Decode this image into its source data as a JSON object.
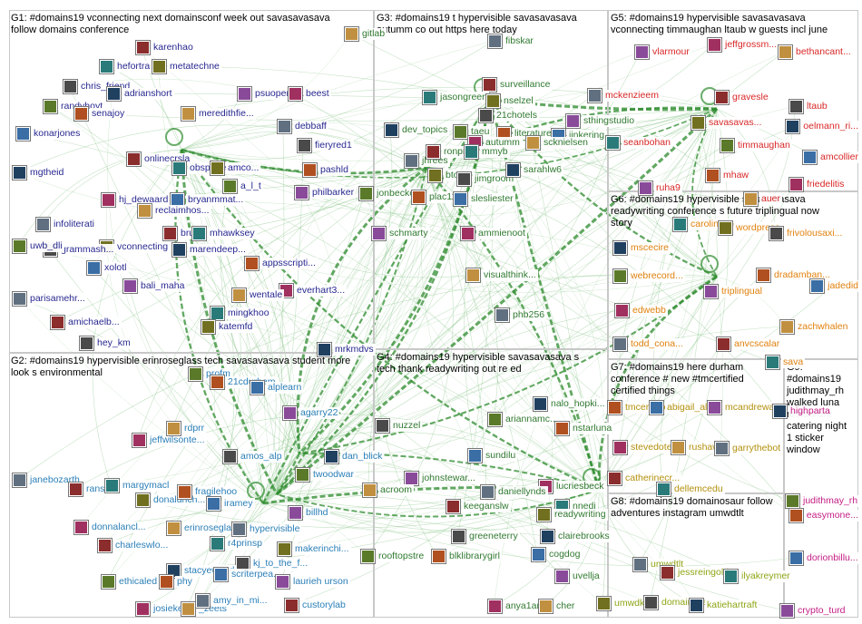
{
  "accent": {
    "edge": "#2e8b2e",
    "edge_light": "#7fbf7f",
    "g1": "#1a1a8a",
    "g2": "#1f78b4",
    "g3": "#267326",
    "g4": "#267326",
    "g5": "#d71b1b",
    "g6": "#e07b00",
    "g7": "#b08b00",
    "g8": "#8aa10a",
    "g9": "#c2127f"
  },
  "groups": [
    {
      "id": "g1",
      "title": "G1: #domains19 vconnecting next domainsconf week out savasavasava\nfollow domains conference"
    },
    {
      "id": "g2",
      "title": "G2: #domains19 hypervisible erinroseglass tech savasavasava student more\nlook s environmental"
    },
    {
      "id": "g3",
      "title": "G3: #domains19 t hypervisible savasavasava\nautumm co out https here today"
    },
    {
      "id": "g4",
      "title": "G4: #domains19 hypervisible savasavasava s\ntech thank readywriting out re ed"
    },
    {
      "id": "g5",
      "title": "G5: #domains19 hypervisible savasavasava\nvconnecting timmaughan ltaub w guests incl june"
    },
    {
      "id": "g6",
      "title": "G6: #domains19 hypervisible savasavasava\nreadywriting conference s future triplingual now\nstory"
    },
    {
      "id": "g7",
      "title": "G7: #domains19 here durham\nconference # new #tmcertified\ncertified things"
    },
    {
      "id": "g8",
      "title": "G8: #domains19 domainosaur follow\nadventures instagram umwdtlt"
    },
    {
      "id": "g9",
      "title": "G9:\n#domains19\njudithmay_rh\nwalked luna\nrestaurant\ncatering night\n1 sticker\nwindow"
    }
  ],
  "nodes": {
    "g1": [
      "karenhao",
      "hefortra",
      "metatechne",
      "chris_friend",
      "adrianshort",
      "randyhoyt",
      "senajoy",
      "konarjones",
      "psuopenco...",
      "beest",
      "meredithfie...",
      "debbaff",
      "onlinecrsla",
      "obsprojectam",
      "amco...",
      "fieryred1",
      "mgtheid",
      "a_l_t",
      "pashld",
      "bryanmmat...",
      "philbarker",
      "hj_dewaard",
      "reclaimhos...",
      "infoliterati",
      "brumf",
      "mhawksey",
      "vconnecting",
      "grammash...",
      "marendeep...",
      "uwb_dli",
      "appsscripti...",
      "xolotl",
      "bali_maha",
      "everhart3...",
      "wentale",
      "parisamehr...",
      "amichaelb...",
      "mingkhoo",
      "katemfd",
      "hey_km",
      "mrkmdvs"
    ],
    "g2": [
      "profm",
      "21cdurham",
      "alplearn",
      "agarry22",
      "jeffwilsonte...",
      "rdprr",
      "janebozarth",
      "ransh",
      "margymacl",
      "donaldrich...",
      "amos_alp",
      "dan_blick",
      "twoodwar",
      "fragilehoo",
      "iramey",
      "billhd",
      "donnalancl...",
      "erinroseglas",
      "hypervisible",
      "charleswlo...",
      "r4prinsp",
      "makerinchi...",
      "kj_to_the_f...",
      "stacyewood",
      "ethicaled",
      "phy",
      "scriterpea...",
      "laurieh urson",
      "josieke",
      "_zeets",
      "amy_in_mi...",
      "custorylab"
    ],
    "g3": [
      "gitlab",
      "fibskar",
      "surveillance",
      "jasongreen",
      "nselzel",
      "21chotels",
      "dev_topics",
      "taeu",
      "literature_g...",
      "jinkering",
      "sthingstudio",
      "autumm",
      "scknielsen",
      "jhrees",
      "ronprophet",
      "mmyb",
      "btopro",
      "jimgroom",
      "sarahlw6",
      "jonbecker",
      "plac1106",
      "slesliester",
      "schmarty",
      "ammienoot",
      "visualthink...",
      "phb256"
    ],
    "g4": [
      "nuzzel",
      "nalo_hopki...",
      "ariannamc...",
      "nstarluna",
      "sundilu",
      "johnstewar...",
      "lucriesbeck",
      "acroom",
      "daniellynds",
      "keeganslw",
      "nnedi",
      "readywriting",
      "greeneterry",
      "clairebrooks",
      "rooftopstre",
      "blklibrarygirl",
      "cogdog",
      "uvellja",
      "anya1anya",
      "cher"
    ],
    "g5": [
      "vlarmour",
      "jeffgrossm...",
      "bethancant...",
      "mckenzieem",
      "gravesle",
      "seanbohan",
      "savasavas...",
      "ltaub",
      "oelmann_ri...",
      "timmaughan",
      "mhaw",
      "amcollier",
      "ruha9",
      "friedelitis",
      "auer"
    ],
    "g6": [
      "carolinaso...",
      "wordpress",
      "frivolousaxi...",
      "mscecire",
      "webrecord...",
      "dradamban...",
      "jadedid",
      "triplingual",
      "edwebb",
      "zachwhalen",
      "todd_cona...",
      "anvcscalar",
      "sava"
    ],
    "g7": [
      "tmcertified",
      "abigail_albi...",
      "mcandrewa",
      "stevedotedu",
      "rushaw",
      "garrythebot",
      "catherinecr...",
      "dellemcedu"
    ],
    "g8": [
      "umwdtlt",
      "jessreingold",
      "ilyakreymer",
      "umwdkc",
      "domainosa...",
      "katiehartraft"
    ],
    "g9": [
      "highparta",
      "judithmay_rh",
      "easymone...",
      "dorionbillu...",
      "crypto_turd"
    ]
  }
}
